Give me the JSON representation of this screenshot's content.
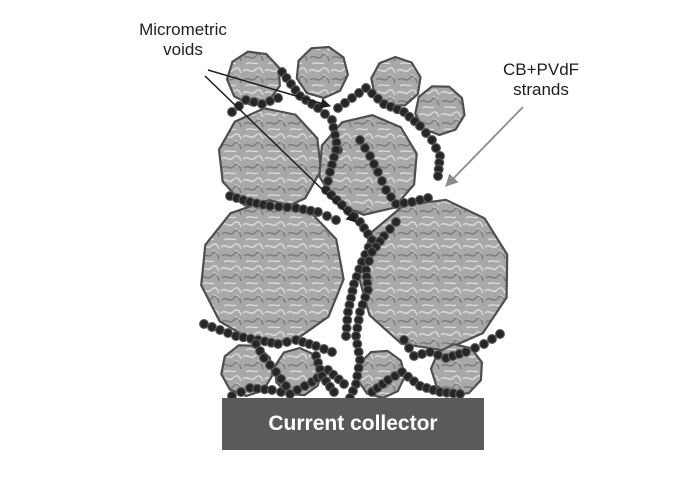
{
  "labels": {
    "voids": {
      "line1": "Micrometric",
      "line2": "voids"
    },
    "strands": {
      "line1": "CB+PVdF",
      "line2": "strands"
    },
    "collector": "Current collector"
  },
  "colors": {
    "particle_fill": "#a8a8a8",
    "particle_stroke": "#4e4e4e",
    "carbon_black": "#262626",
    "collector": "#5a5a5a",
    "arrow_dark": "#1e1e1e",
    "arrow_gray": "#8c8c8c"
  }
}
